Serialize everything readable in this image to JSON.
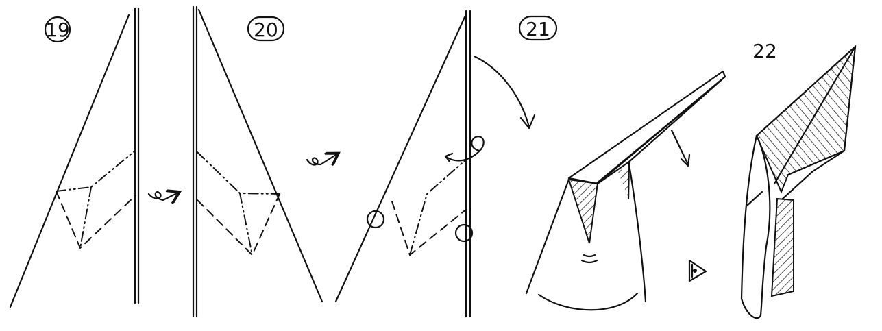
{
  "steps": [
    {
      "number": "19"
    },
    {
      "number": "20"
    },
    {
      "number": "21"
    },
    {
      "number": "22"
    }
  ],
  "icons": {
    "turn_over": "turn-over-arrow-icon",
    "view_eye": "eye-view-icon"
  }
}
